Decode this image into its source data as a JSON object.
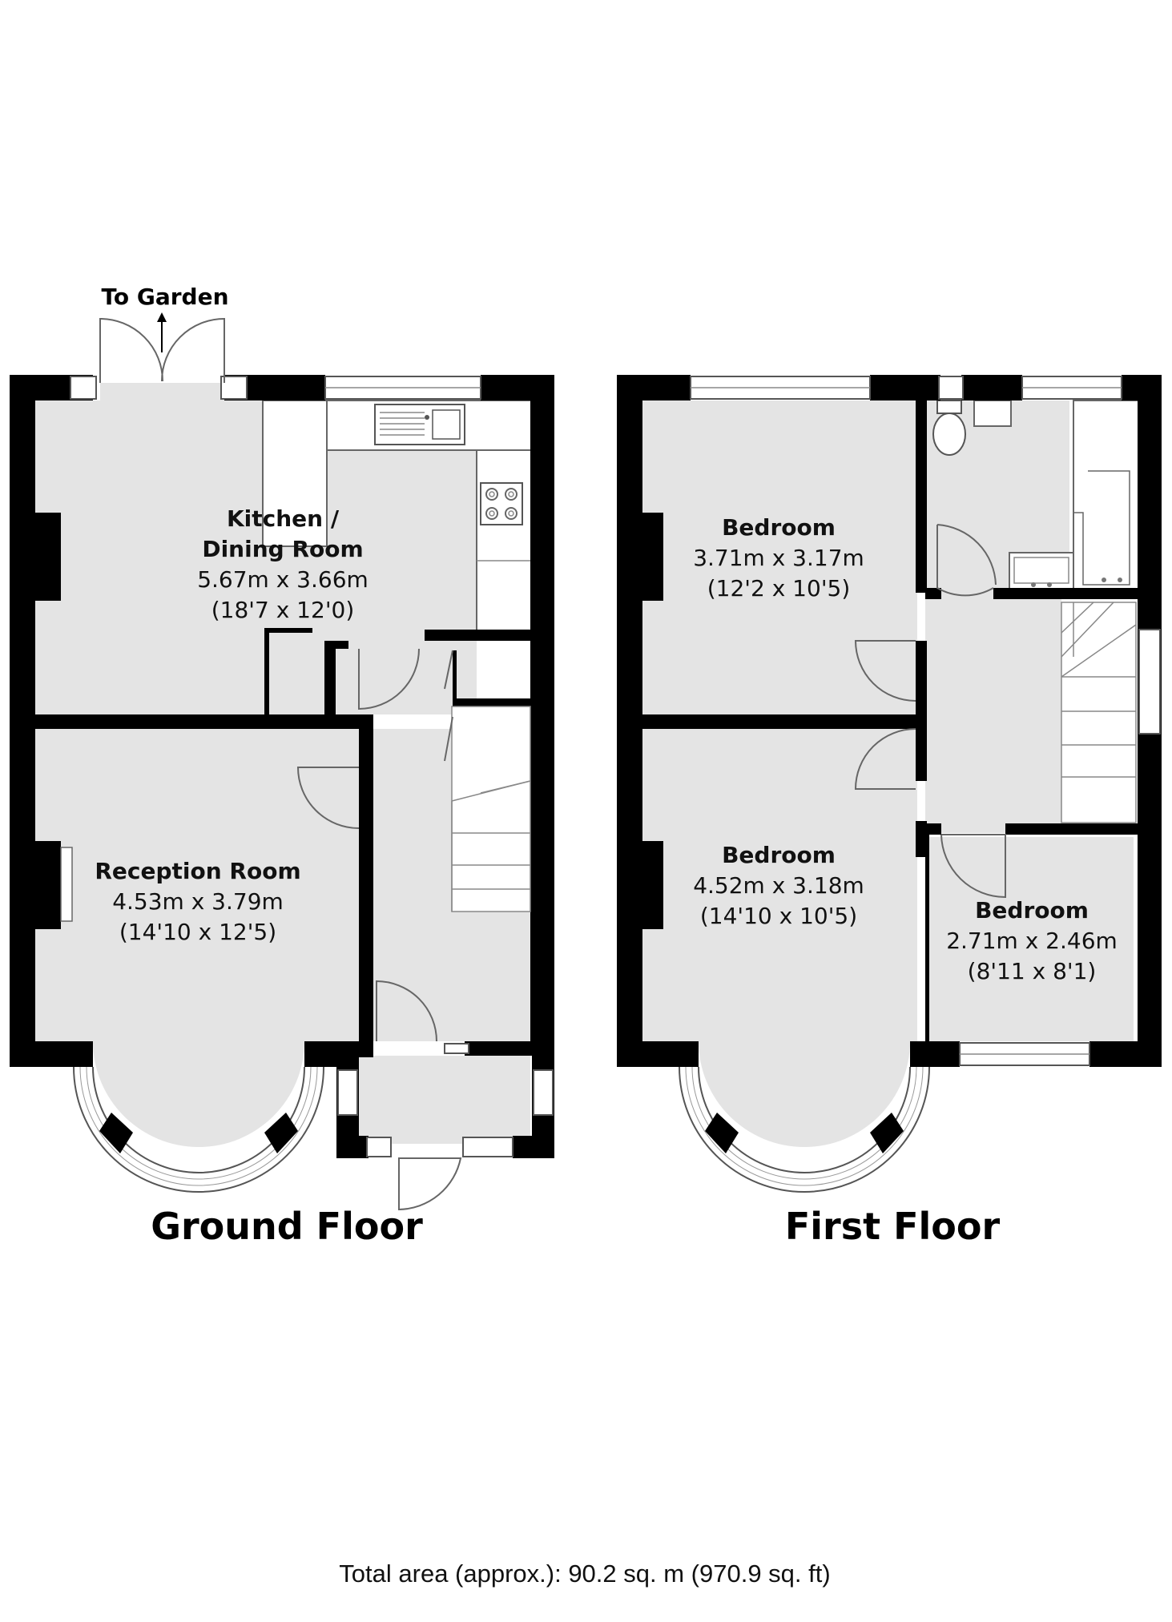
{
  "labels": {
    "to_garden": "To Garden",
    "ground_floor": "Ground Floor",
    "first_floor": "First Floor",
    "total_area": "Total area (approx.): 90.2 sq. m (970.9 sq. ft)"
  },
  "ground_rooms": {
    "kitchen": {
      "name_line1": "Kitchen /",
      "name_line2": "Dining Room",
      "metric": "5.67m x 3.66m",
      "imperial": "(18'7 x 12'0)"
    },
    "reception": {
      "name": "Reception Room",
      "metric": "4.53m x 3.79m",
      "imperial": "(14'10 x 12'5)"
    }
  },
  "first_rooms": {
    "bedroom_rear": {
      "name": "Bedroom",
      "metric": "3.71m x 3.17m",
      "imperial": "(12'2 x 10'5)"
    },
    "bedroom_front": {
      "name": "Bedroom",
      "metric": "4.52m x 3.18m",
      "imperial": "(14'10 x 10'5)"
    },
    "bedroom_small": {
      "name": "Bedroom",
      "metric": "2.71m x 2.46m",
      "imperial": "(8'11 x 8'1)"
    }
  },
  "colors": {
    "wall": "#000000",
    "floor": "#e4e4e4",
    "fixture": "#ffffff"
  },
  "icons": [
    "sink-icon",
    "hob-icon",
    "toilet-icon",
    "bath-icon",
    "basin-icon",
    "stairs-icon",
    "door-swing-icon",
    "fireplace-icon",
    "bay-window-icon"
  ]
}
